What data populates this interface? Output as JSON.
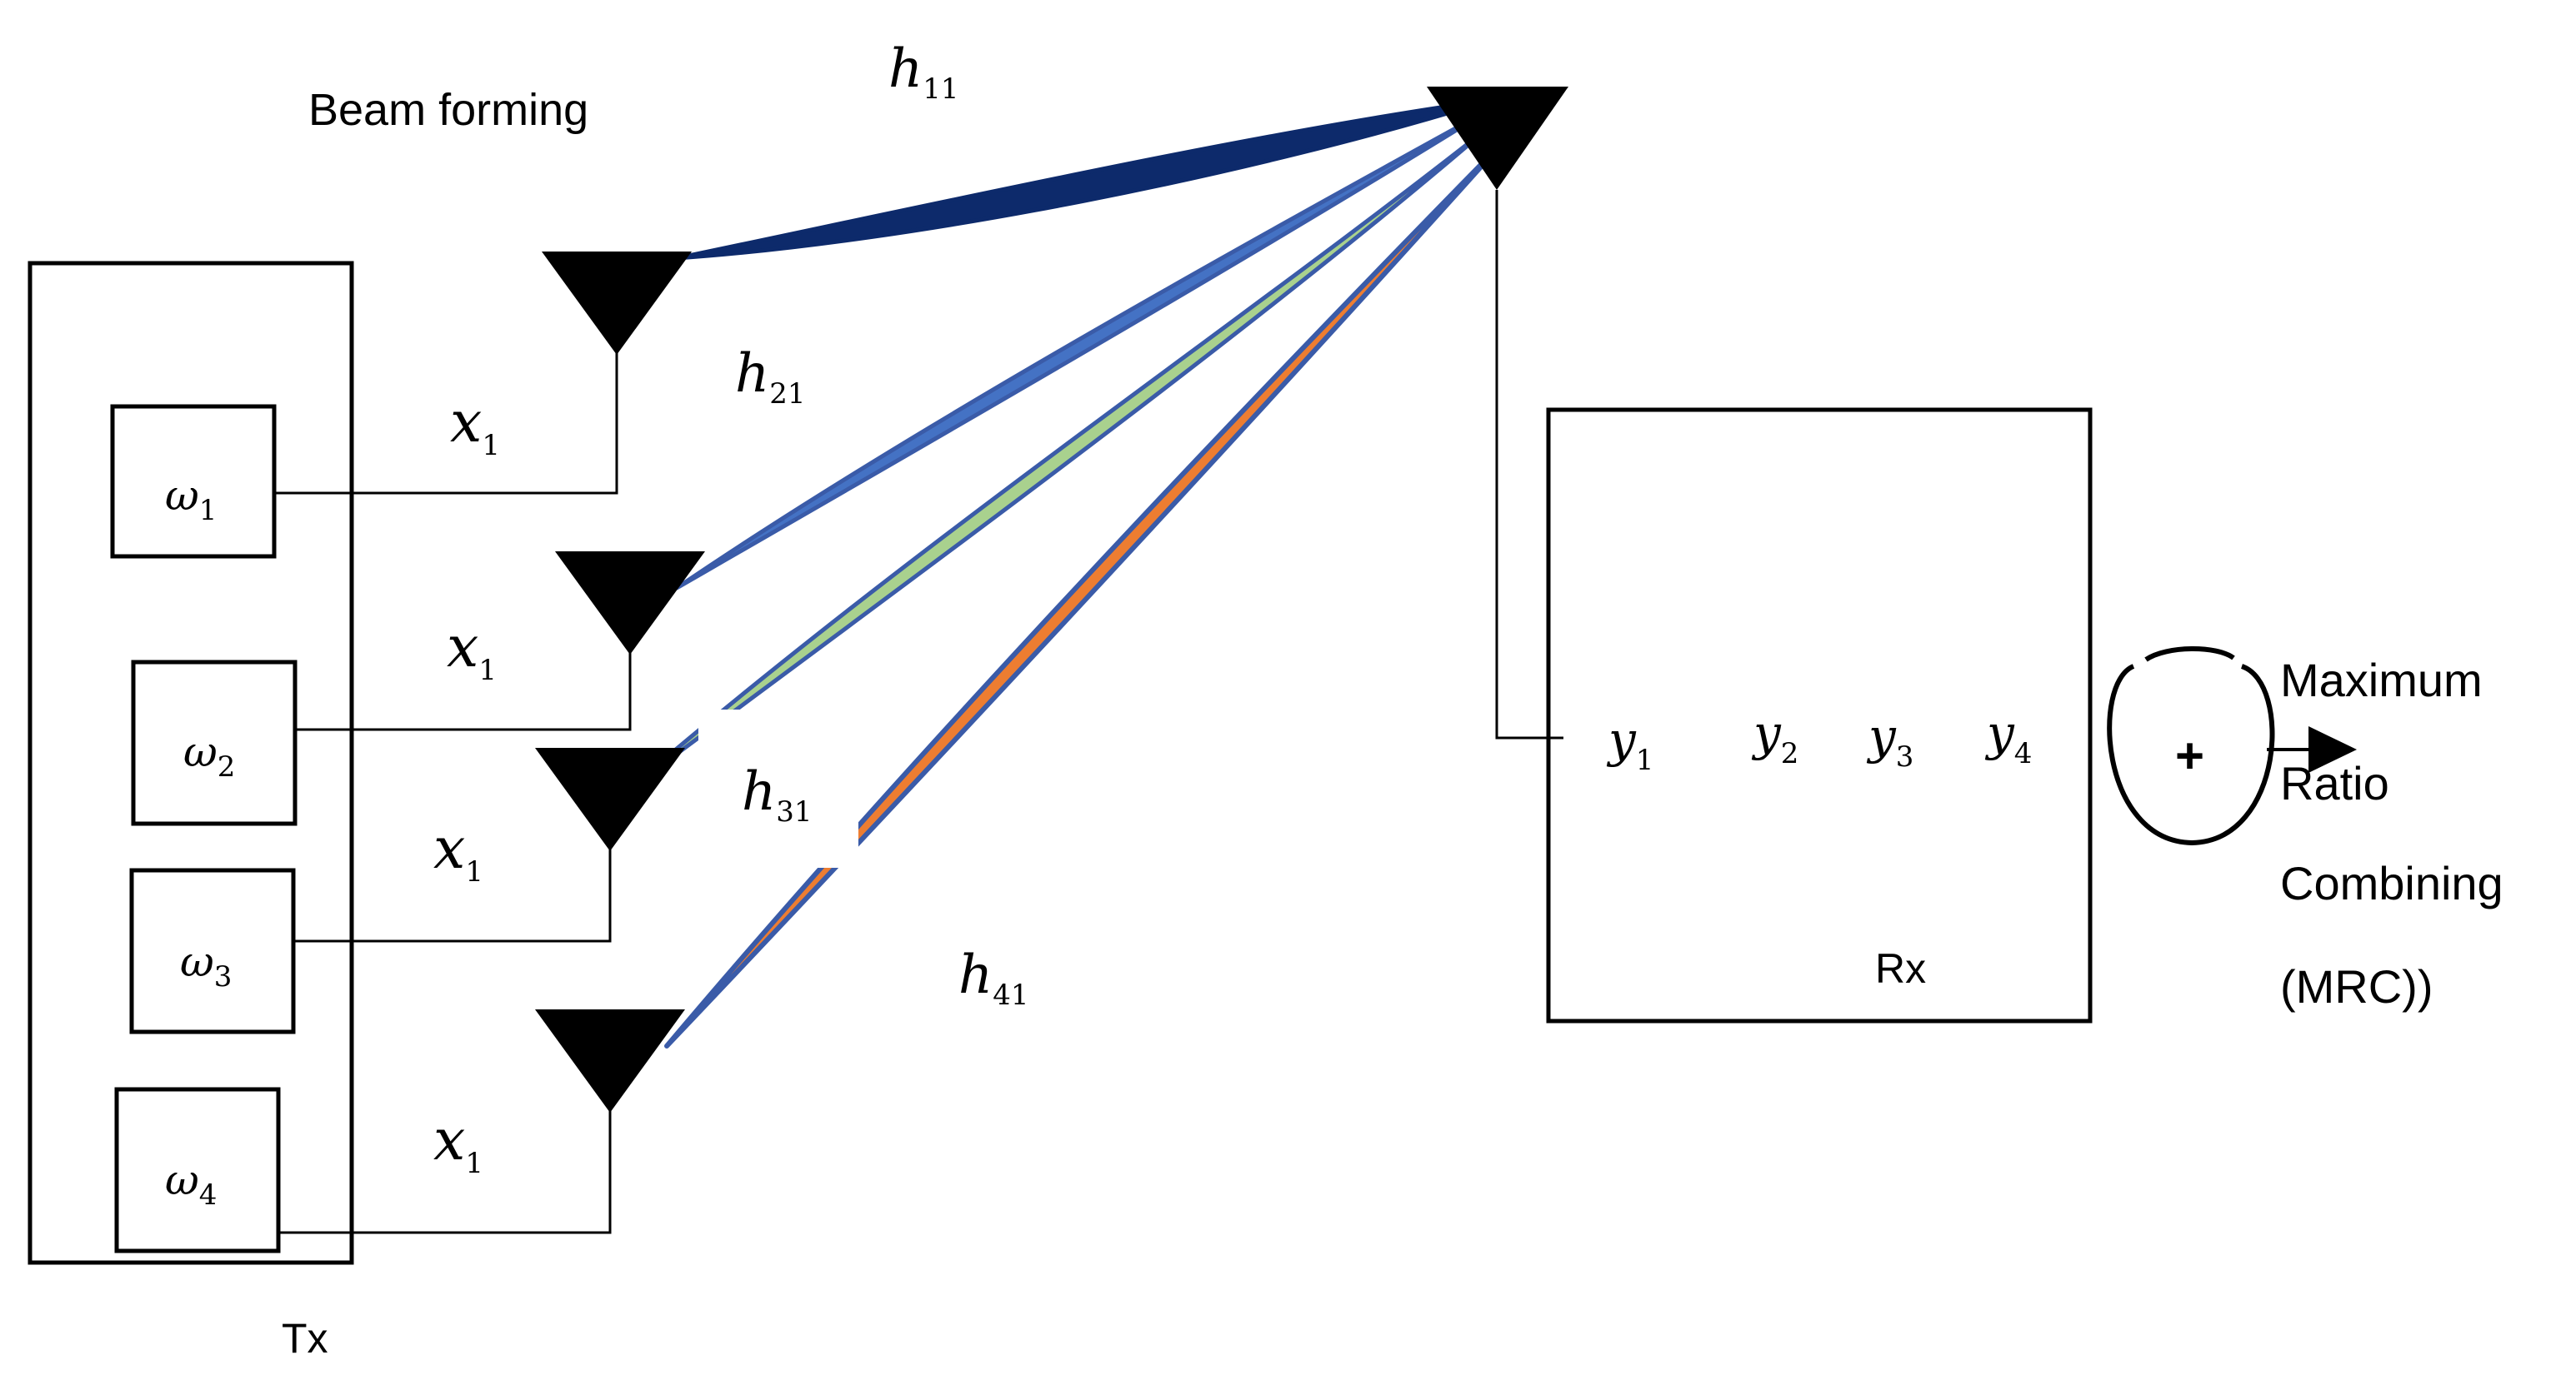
{
  "title": "Beam forming",
  "tx": {
    "label": "Tx",
    "weights": [
      {
        "symbol": "ω",
        "sub": "1"
      },
      {
        "symbol": "ω",
        "sub": "2"
      },
      {
        "symbol": "ω",
        "sub": "3"
      },
      {
        "symbol": "ω",
        "sub": "4"
      }
    ]
  },
  "signals": [
    {
      "symbol": "x",
      "sub": "1"
    },
    {
      "symbol": "x",
      "sub": "1"
    },
    {
      "symbol": "x",
      "sub": "1"
    },
    {
      "symbol": "x",
      "sub": "1"
    }
  ],
  "channels": [
    {
      "symbol": "h",
      "sub": "11",
      "color": "#0d2a6b"
    },
    {
      "symbol": "h",
      "sub": "21",
      "color": "#4472c4"
    },
    {
      "symbol": "h",
      "sub": "31",
      "color": "#a9d18e"
    },
    {
      "symbol": "h",
      "sub": "41",
      "color": "#ed7d31"
    }
  ],
  "rx": {
    "label": "Rx",
    "outputs": [
      {
        "symbol": "y",
        "sub": "1"
      },
      {
        "symbol": "y",
        "sub": "2"
      },
      {
        "symbol": "y",
        "sub": "3"
      },
      {
        "symbol": "y",
        "sub": "4"
      }
    ]
  },
  "combiner": {
    "symbol": "+",
    "label_lines": [
      "Maximum",
      "Ratio",
      "Combining",
      "(MRC))"
    ]
  },
  "colors": {
    "beam_outline": "#3a5ba8",
    "line": "#000000"
  }
}
